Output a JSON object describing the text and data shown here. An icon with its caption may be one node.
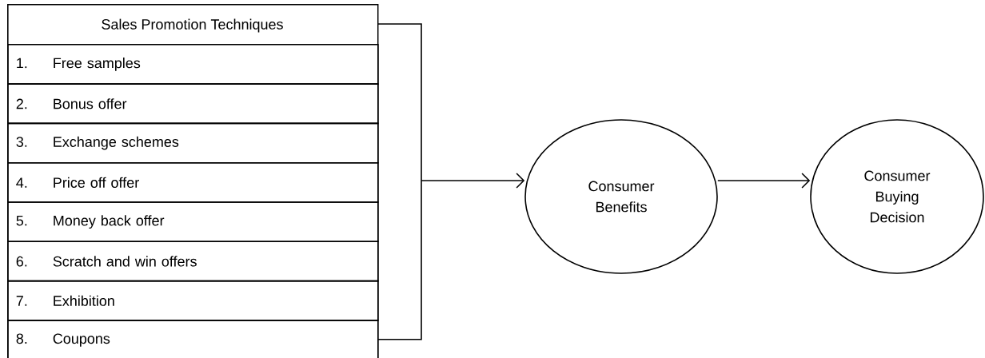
{
  "diagram": {
    "nodes": [
      {
        "text": [
          "Sales Promotion Techniques"
        ]
      },
      {
        "text": [
          "1.",
          "Free samples"
        ],
        "in": 0
      },
      {
        "text": [
          "2.",
          "Bonus offer"
        ],
        "in": 0
      },
      {
        "text": [
          "3.",
          "Exchange schemes"
        ],
        "in": 0
      },
      {
        "text": [
          "4.",
          "Price off offer"
        ],
        "in": 0
      },
      {
        "text": [
          "5.",
          "Money back offer"
        ],
        "in": 0
      },
      {
        "text": [
          "6.",
          "Scratch and win offers"
        ],
        "in": 0
      },
      {
        "text": [
          "7.",
          "Exhibition"
        ],
        "in": 0
      },
      {
        "text": [
          "8.",
          "Coupons"
        ],
        "in": 0
      },
      {
        "text": [
          "Consumer Benefits"
        ]
      },
      {
        "text": [
          "Consumer Buying Decision"
        ]
      }
    ],
    "edges": [
      {
        "from": 0,
        "to": 9,
        "arrow": "to"
      },
      {
        "from": 9,
        "to": 10,
        "arrow": "to"
      }
    ]
  }
}
